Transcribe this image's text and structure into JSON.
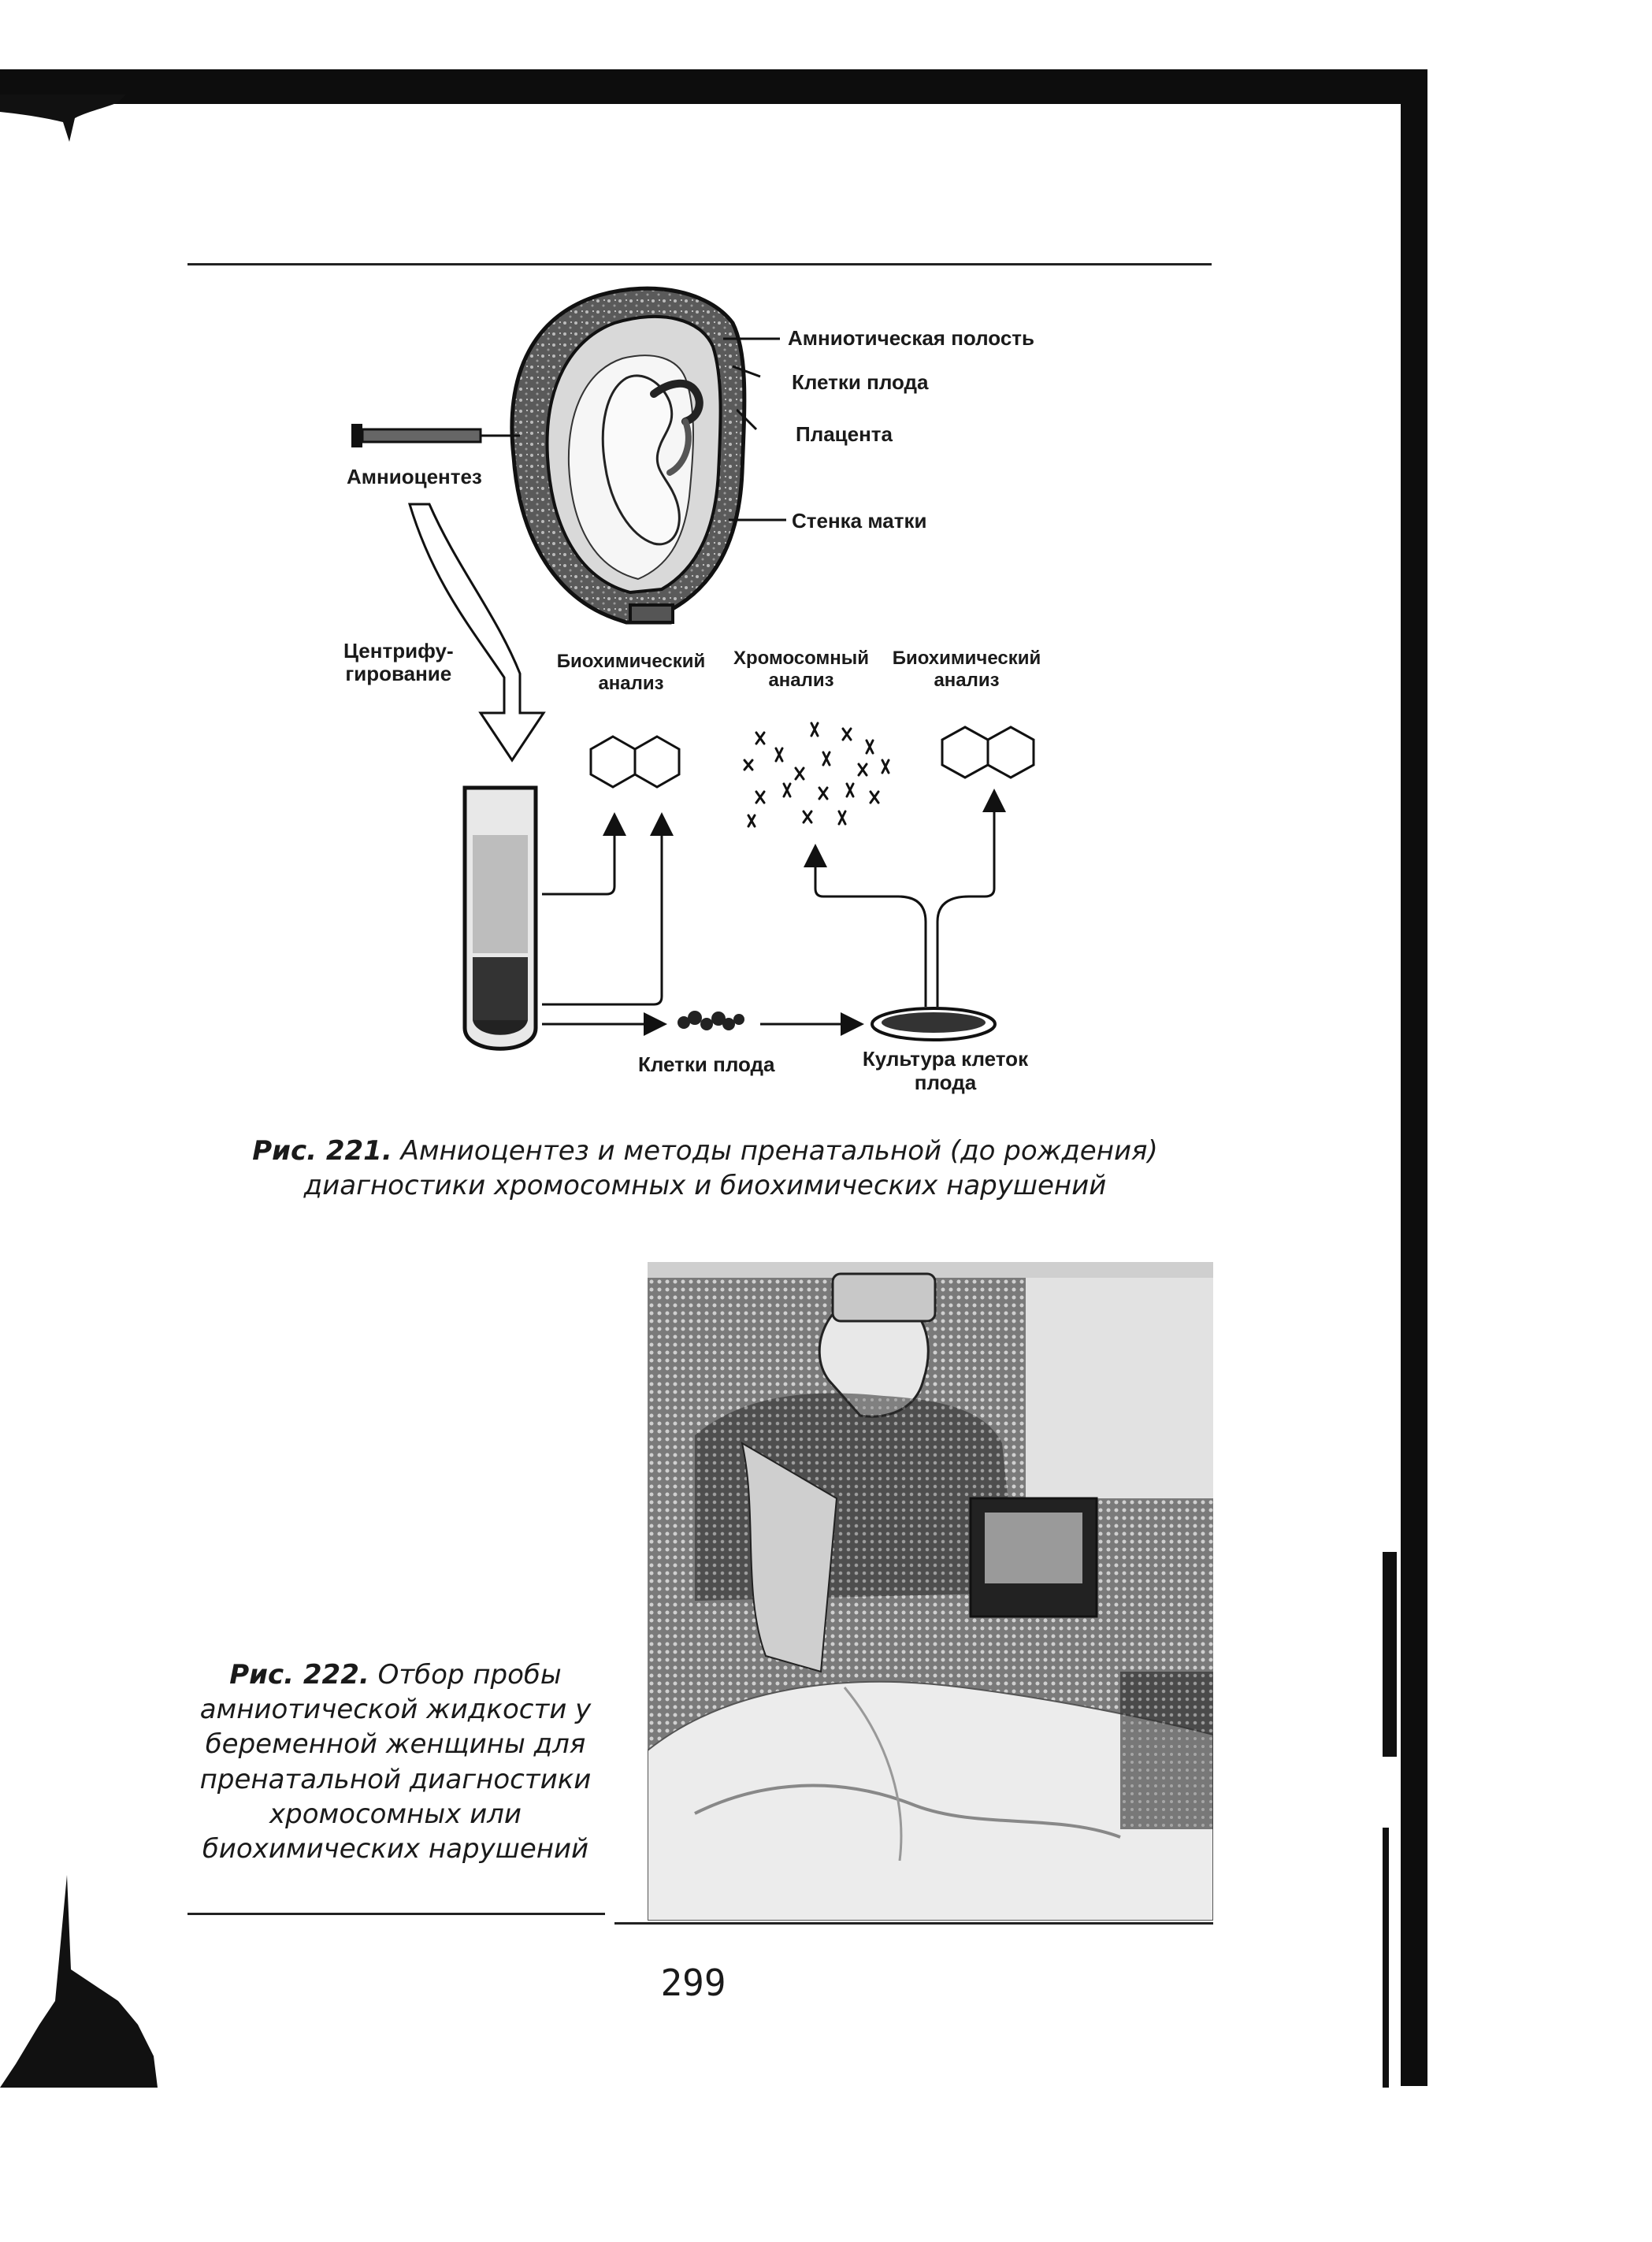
{
  "figure_221": {
    "labels": {
      "amniotic_cavity": "Амниотическая полость",
      "fetal_cells_top": "Клетки плода",
      "placenta": "Плацента",
      "uterine_wall": "Стенка матки",
      "amniocentesis": "Амниоцентез",
      "centrifugation": "Центрифу-\nгирование",
      "biochem_left": "Биохимический\nанализ",
      "chromosomal": "Хромосомный\nанализ",
      "biochem_right": "Биохимический\nанализ",
      "fetal_cells_bottom": "Клетки плода",
      "cell_culture": "Культура клеток\nплода"
    },
    "caption_number": "Рис. 221.",
    "caption_text": "Амниоцентез и методы пренатальной (до рождения) диагностики хромосомных и биохимических нарушений"
  },
  "figure_222": {
    "caption_number": "Рис. 222.",
    "caption_text": "Отбор пробы амниотической жидкости у беременной женщины для пренатальной диагностики хромосомных или биохимических нарушений"
  },
  "page_number": "299"
}
